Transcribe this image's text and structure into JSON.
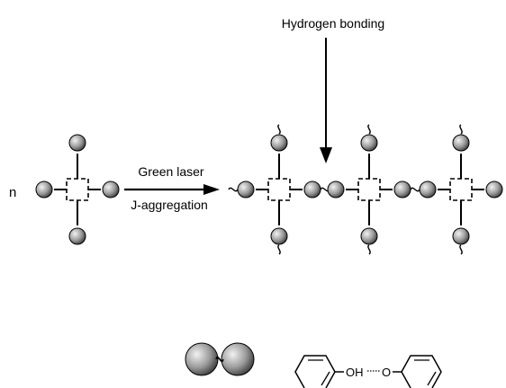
{
  "labels": {
    "hydrogen_bonding": "Hydrogen bonding",
    "coefficient": "n",
    "arrow_top": "Green laser",
    "arrow_bottom": "J-aggregation",
    "oh": "OH",
    "o": "O"
  },
  "colors": {
    "stroke": "#000000",
    "sphere_light": "#f2f2f2",
    "sphere_mid": "#9a9a9a",
    "sphere_dark": "#2e2e2e"
  }
}
